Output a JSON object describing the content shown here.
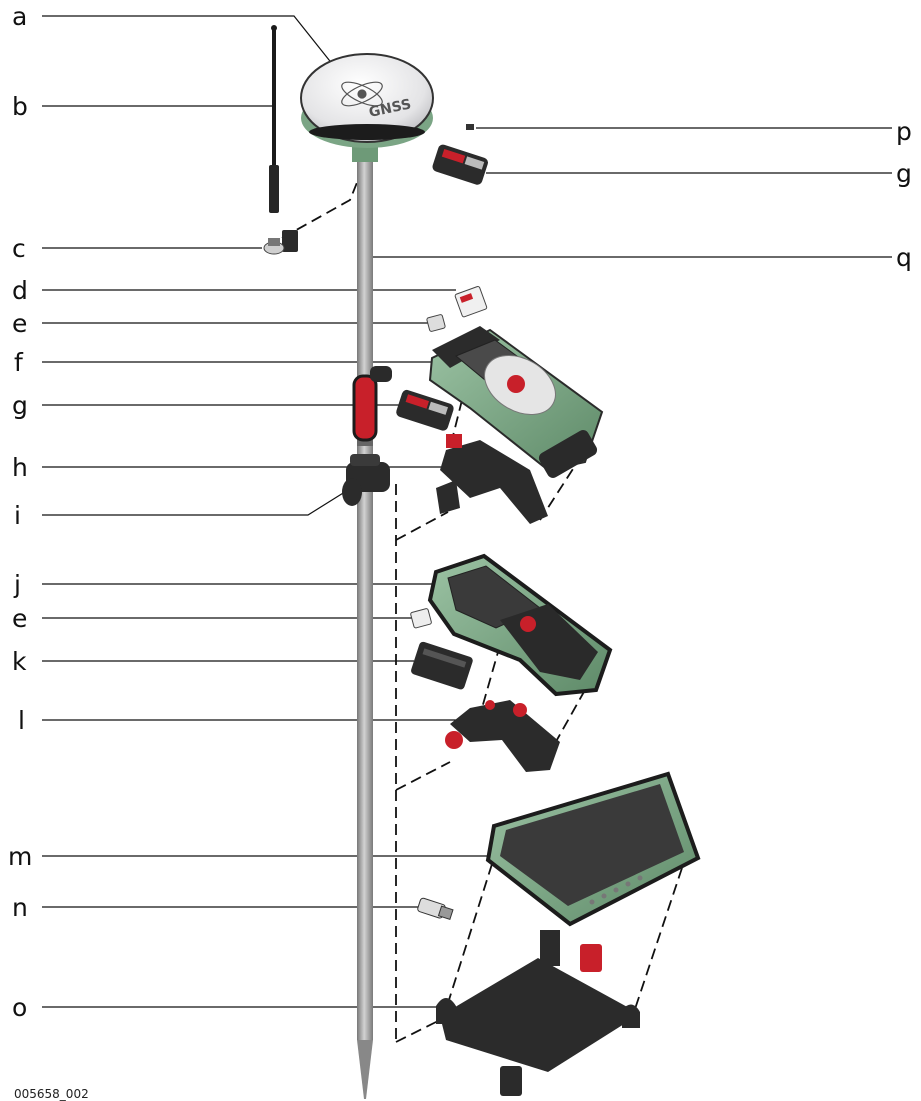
{
  "figure": {
    "code": "005658_002",
    "labels": {
      "a": "a",
      "b": "b",
      "c": "c",
      "d": "d",
      "e1": "e",
      "f": "f",
      "g1": "g",
      "h": "h",
      "i": "i",
      "j": "j",
      "e2": "e",
      "k": "k",
      "l": "l",
      "m": "m",
      "n": "n",
      "o": "o",
      "p": "p",
      "g2": "g",
      "q": "q"
    },
    "antenna_text": "GNSS"
  },
  "colors": {
    "device_green": "#7fa888",
    "device_dark": "#2f2f2f",
    "pole_grey": "#9a9a9a",
    "accent_red": "#c8202a",
    "antenna_white": "#e8e8ea"
  }
}
